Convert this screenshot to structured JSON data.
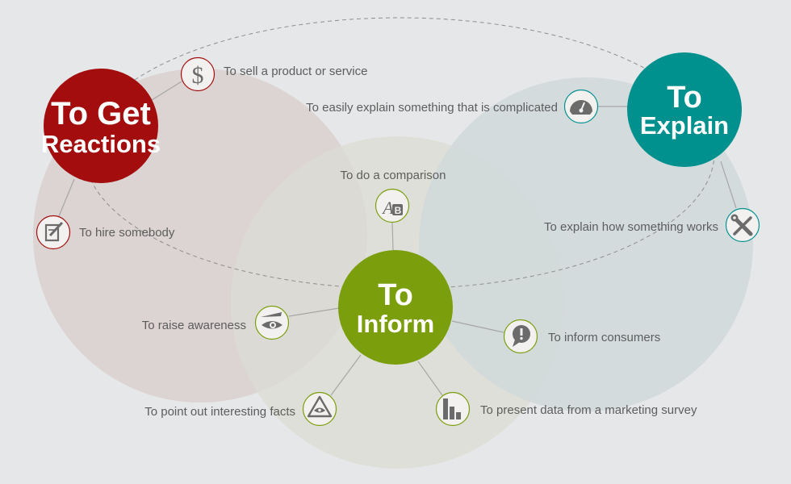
{
  "hubs": {
    "reactions": {
      "line1": "To Get",
      "line2": "Reactions",
      "color": "#a30d0d"
    },
    "explain": {
      "line1": "To",
      "line2": "Explain",
      "color": "#00918f"
    },
    "inform": {
      "line1": "To",
      "line2": "Inform",
      "color": "#7a9e0c"
    }
  },
  "labels": {
    "sell": "To sell a product or service",
    "hire": "To hire somebody",
    "complicated": "To easily explain something that is complicated",
    "how_works": "To explain how something works",
    "comparison": "To do a comparison",
    "awareness": "To raise awareness",
    "consumers": "To inform consumers",
    "facts": "To point out interesting facts",
    "survey": "To present data from a marketing survey"
  },
  "icons": {
    "sell": "dollar-icon",
    "hire": "edit-form-icon",
    "complicated": "speedometer-icon",
    "how_works": "tools-icon",
    "comparison": "a-b-comparison-icon",
    "awareness": "eye-icon",
    "consumers": "speech-exclamation-icon",
    "facts": "pyramid-eye-icon",
    "survey": "bar-chart-icon"
  },
  "colors": {
    "background": "#e6e7e8",
    "label_text": "#5d5d5d",
    "icon_fill": "#6b6b6b"
  }
}
